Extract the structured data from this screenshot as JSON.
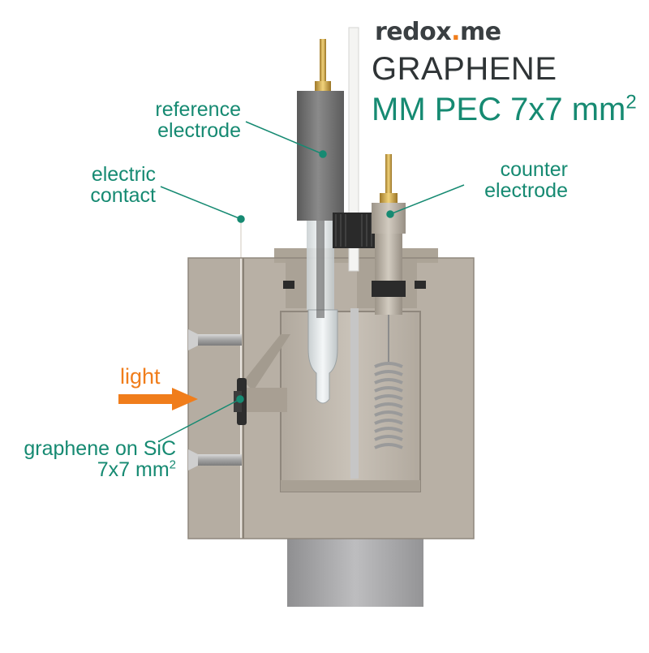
{
  "brand": {
    "prefix": "redox",
    "dot": ".",
    "suffix": "me"
  },
  "title": {
    "line1": "GRAPHENE",
    "line2_main": "MM PEC 7x7 mm",
    "line2_sup": "2"
  },
  "callouts": {
    "reference": {
      "line1": "reference",
      "line2": "electrode"
    },
    "electric": {
      "line1": "electric",
      "line2": "contact"
    },
    "counter": {
      "line1": "counter",
      "line2": "electrode"
    },
    "light": "light",
    "graphene": {
      "line1": "graphene on SiC",
      "line2_main": "7x7 mm",
      "line2_sup": "2"
    }
  },
  "colors": {
    "accent_green": "#168a72",
    "accent_orange": "#f07d1b",
    "body_beige": "#b8b0a5",
    "body_dark": "#8f877d",
    "electrode_gray": "#6e6e6e",
    "stand_gray": "#a9a9ab"
  }
}
